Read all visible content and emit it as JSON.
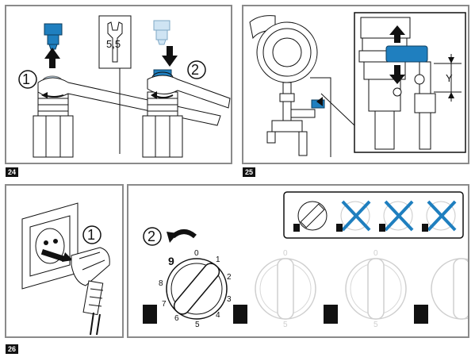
{
  "figures": [
    {
      "id": "fig24",
      "number": "24"
    },
    {
      "id": "fig25",
      "number": "25"
    },
    {
      "id": "fig26",
      "number": "26"
    }
  ],
  "fig24": {
    "step1": "1",
    "step2": "2",
    "wrench_size": "5,5"
  },
  "fig25": {
    "dimension_label": "Y"
  },
  "fig26": {
    "step1": "1",
    "step2": "2"
  },
  "dial": {
    "numbers": [
      "0",
      "1",
      "2",
      "3",
      "4",
      "5",
      "6",
      "7",
      "8",
      "9"
    ],
    "highlight": "9"
  },
  "colors": {
    "accent_blue": "#1f7fbf",
    "light_blue": "#a9d3ef",
    "frame": "#8a8a8a"
  }
}
